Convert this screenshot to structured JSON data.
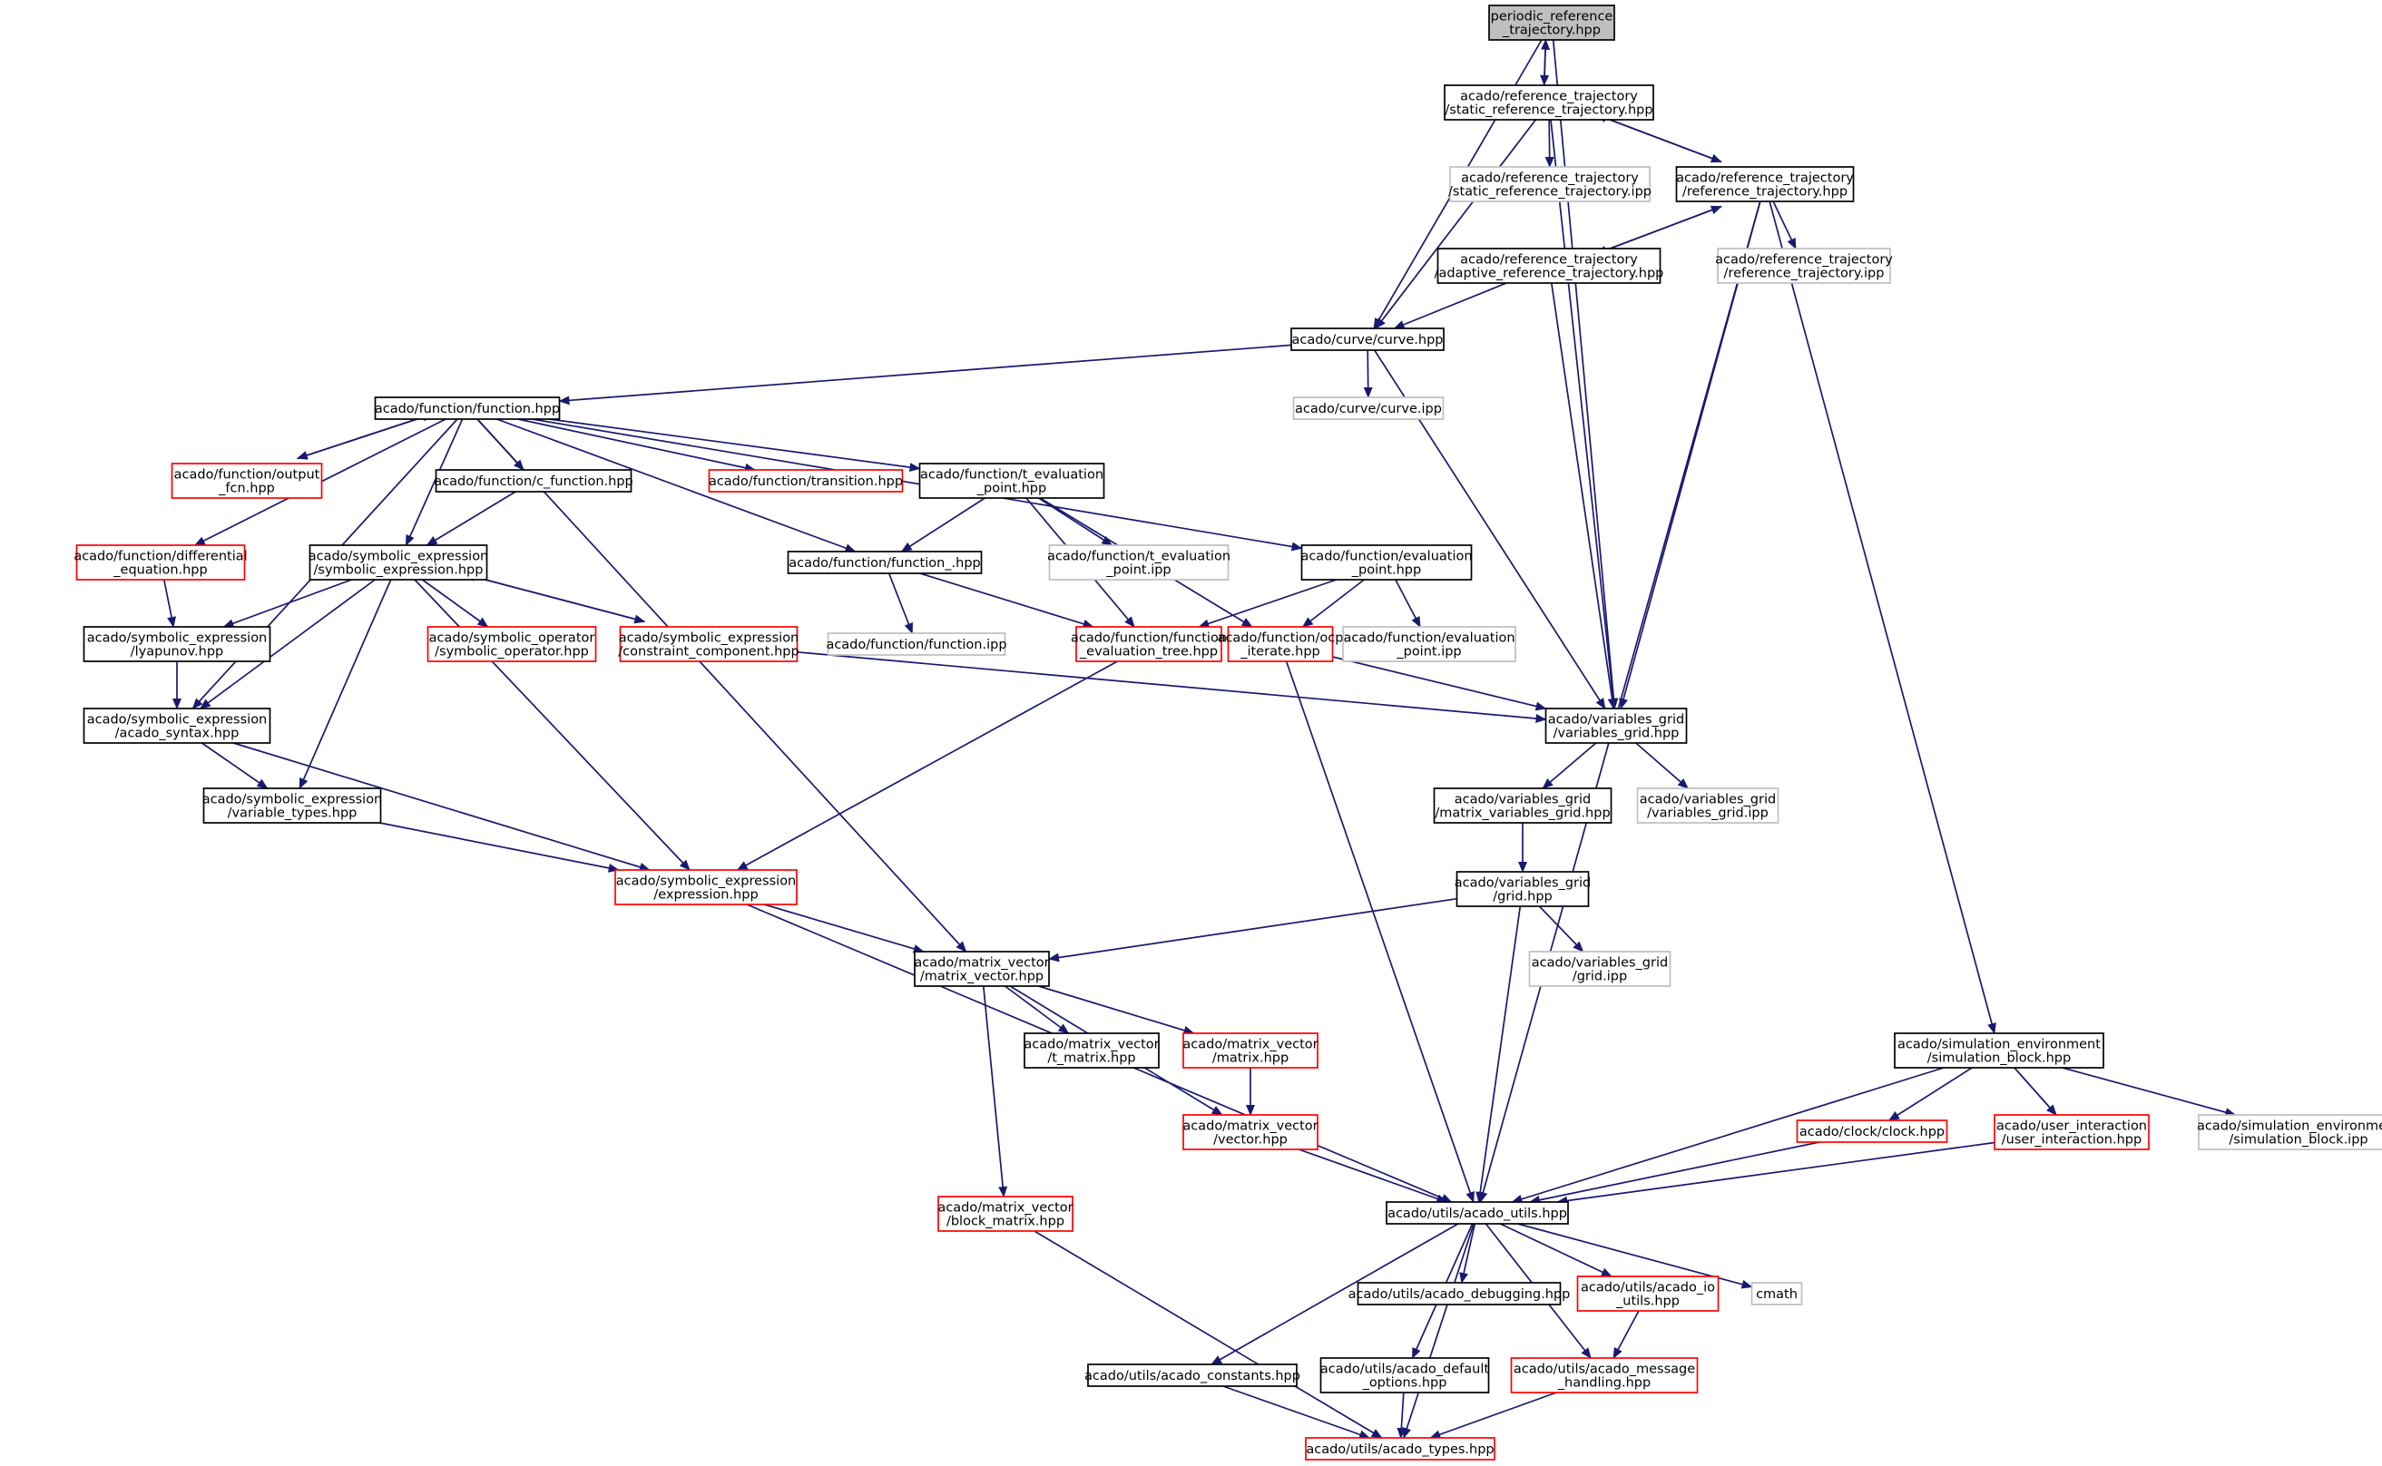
{
  "colors": {
    "edge": "#191970",
    "normal_border": "#000000",
    "missing_border": "#ff0000",
    "external_border": "#bfbfbf",
    "root_fill": "#bfbfbf",
    "fill": "#ffffff"
  },
  "nodes": [
    {
      "id": "periodic",
      "kind": "root",
      "lines": [
        "periodic_reference",
        "_trajectory.hpp"
      ]
    },
    {
      "id": "static_ref",
      "kind": "normal",
      "lines": [
        "acado/reference_trajectory",
        "/static_reference_trajectory.hpp"
      ]
    },
    {
      "id": "static_ipp",
      "kind": "external",
      "lines": [
        "acado/reference_trajectory",
        "/static_reference_trajectory.ipp"
      ]
    },
    {
      "id": "ref_traj",
      "kind": "normal",
      "lines": [
        "acado/reference_trajectory",
        "/reference_trajectory.hpp"
      ]
    },
    {
      "id": "adaptive",
      "kind": "normal",
      "lines": [
        "acado/reference_trajectory",
        "/adaptive_reference_trajectory.hpp"
      ]
    },
    {
      "id": "ref_ipp",
      "kind": "external",
      "lines": [
        "acado/reference_trajectory",
        "/reference_trajectory.ipp"
      ]
    },
    {
      "id": "curve",
      "kind": "normal",
      "lines": [
        "acado/curve/curve.hpp"
      ]
    },
    {
      "id": "curve_ipp",
      "kind": "external",
      "lines": [
        "acado/curve/curve.ipp"
      ]
    },
    {
      "id": "function",
      "kind": "normal",
      "lines": [
        "acado/function/function.hpp"
      ]
    },
    {
      "id": "output_fcn",
      "kind": "missing",
      "lines": [
        "acado/function/output",
        "_fcn.hpp"
      ]
    },
    {
      "id": "c_function",
      "kind": "normal",
      "lines": [
        "acado/function/c_function.hpp"
      ]
    },
    {
      "id": "transition",
      "kind": "missing",
      "lines": [
        "acado/function/transition.hpp"
      ]
    },
    {
      "id": "t_eval",
      "kind": "normal",
      "lines": [
        "acado/function/t_evaluation",
        "_point.hpp"
      ]
    },
    {
      "id": "diff_eq",
      "kind": "missing",
      "lines": [
        "acado/function/differential",
        "_equation.hpp"
      ]
    },
    {
      "id": "sym_expr",
      "kind": "normal",
      "lines": [
        "acado/symbolic_expression",
        "/symbolic_expression.hpp"
      ]
    },
    {
      "id": "function_",
      "kind": "normal",
      "lines": [
        "acado/function/function_.hpp"
      ]
    },
    {
      "id": "t_eval_ipp",
      "kind": "external",
      "lines": [
        "acado/function/t_evaluation",
        "_point.ipp"
      ]
    },
    {
      "id": "eval_point",
      "kind": "normal",
      "lines": [
        "acado/function/evaluation",
        "_point.hpp"
      ]
    },
    {
      "id": "lyapunov",
      "kind": "normal",
      "lines": [
        "acado/symbolic_expression",
        "/lyapunov.hpp"
      ]
    },
    {
      "id": "sym_op",
      "kind": "missing",
      "lines": [
        "acado/symbolic_operator",
        "/symbolic_operator.hpp"
      ]
    },
    {
      "id": "constraint",
      "kind": "missing",
      "lines": [
        "acado/symbolic_expression",
        "/constraint_component.hpp"
      ]
    },
    {
      "id": "function_ipp",
      "kind": "external",
      "lines": [
        "acado/function/function.ipp"
      ]
    },
    {
      "id": "eval_tree",
      "kind": "missing",
      "lines": [
        "acado/function/function",
        "_evaluation_tree.hpp"
      ]
    },
    {
      "id": "ocp_iterate",
      "kind": "missing",
      "lines": [
        "acado/function/ocp",
        "_iterate.hpp"
      ]
    },
    {
      "id": "eval_ipp",
      "kind": "external",
      "lines": [
        "acado/function/evaluation",
        "_point.ipp"
      ]
    },
    {
      "id": "acado_syntax",
      "kind": "normal",
      "lines": [
        "acado/symbolic_expression",
        "/acado_syntax.hpp"
      ]
    },
    {
      "id": "var_grid",
      "kind": "normal",
      "lines": [
        "acado/variables_grid",
        "/variables_grid.hpp"
      ]
    },
    {
      "id": "var_types",
      "kind": "normal",
      "lines": [
        "acado/symbolic_expression",
        "/variable_types.hpp"
      ]
    },
    {
      "id": "mat_var_grid",
      "kind": "normal",
      "lines": [
        "acado/variables_grid",
        "/matrix_variables_grid.hpp"
      ]
    },
    {
      "id": "var_grid_ipp",
      "kind": "external",
      "lines": [
        "acado/variables_grid",
        "/variables_grid.ipp"
      ]
    },
    {
      "id": "grid",
      "kind": "normal",
      "lines": [
        "acado/variables_grid",
        "/grid.hpp"
      ]
    },
    {
      "id": "expression",
      "kind": "missing",
      "lines": [
        "acado/symbolic_expression",
        "/expression.hpp"
      ]
    },
    {
      "id": "matrix_vector",
      "kind": "normal",
      "lines": [
        "acado/matrix_vector",
        "/matrix_vector.hpp"
      ]
    },
    {
      "id": "grid_ipp",
      "kind": "external",
      "lines": [
        "acado/variables_grid",
        "/grid.ipp"
      ]
    },
    {
      "id": "t_matrix",
      "kind": "normal",
      "lines": [
        "acado/matrix_vector",
        "/t_matrix.hpp"
      ]
    },
    {
      "id": "matrix",
      "kind": "missing",
      "lines": [
        "acado/matrix_vector",
        "/matrix.hpp"
      ]
    },
    {
      "id": "sim_block",
      "kind": "normal",
      "lines": [
        "acado/simulation_environment",
        "/simulation_block.hpp"
      ]
    },
    {
      "id": "vector",
      "kind": "missing",
      "lines": [
        "acado/matrix_vector",
        "/vector.hpp"
      ]
    },
    {
      "id": "clock",
      "kind": "missing",
      "lines": [
        "acado/clock/clock.hpp"
      ]
    },
    {
      "id": "user_inter",
      "kind": "missing",
      "lines": [
        "acado/user_interaction",
        "/user_interaction.hpp"
      ]
    },
    {
      "id": "sim_block_ipp",
      "kind": "external",
      "lines": [
        "acado/simulation_environment",
        "/simulation_block.ipp"
      ]
    },
    {
      "id": "acado_utils",
      "kind": "normal",
      "lines": [
        "acado/utils/acado_utils.hpp"
      ]
    },
    {
      "id": "block_matrix",
      "kind": "missing",
      "lines": [
        "acado/matrix_vector",
        "/block_matrix.hpp"
      ]
    },
    {
      "id": "debugging",
      "kind": "normal",
      "lines": [
        "acado/utils/acado_debugging.hpp"
      ]
    },
    {
      "id": "io_utils",
      "kind": "missing",
      "lines": [
        "acado/utils/acado_io",
        "_utils.hpp"
      ]
    },
    {
      "id": "cmath",
      "kind": "external",
      "lines": [
        "cmath"
      ]
    },
    {
      "id": "constants",
      "kind": "normal",
      "lines": [
        "acado/utils/acado_constants.hpp"
      ]
    },
    {
      "id": "default_opts",
      "kind": "normal",
      "lines": [
        "acado/utils/acado_default",
        "_options.hpp"
      ]
    },
    {
      "id": "msg_handling",
      "kind": "missing",
      "lines": [
        "acado/utils/acado_message",
        "_handling.hpp"
      ]
    },
    {
      "id": "types",
      "kind": "missing",
      "lines": [
        "acado/utils/acado_types.hpp"
      ]
    }
  ],
  "edges": [
    [
      "periodic",
      "static_ref"
    ],
    [
      "periodic",
      "curve"
    ],
    [
      "periodic",
      "var_grid"
    ],
    [
      "static_ref",
      "periodic"
    ],
    [
      "static_ref",
      "static_ipp"
    ],
    [
      "static_ref",
      "ref_traj"
    ],
    [
      "static_ref",
      "curve"
    ],
    [
      "static_ref",
      "var_grid"
    ],
    [
      "ref_traj",
      "static_ref"
    ],
    [
      "ref_traj",
      "adaptive"
    ],
    [
      "ref_traj",
      "ref_ipp"
    ],
    [
      "ref_traj",
      "var_grid"
    ],
    [
      "ref_traj",
      "sim_block"
    ],
    [
      "ref_traj",
      "acado_utils"
    ],
    [
      "adaptive",
      "ref_traj"
    ],
    [
      "adaptive",
      "curve"
    ],
    [
      "adaptive",
      "var_grid"
    ],
    [
      "curve",
      "function"
    ],
    [
      "curve",
      "curve_ipp"
    ],
    [
      "curve",
      "var_grid"
    ],
    [
      "function",
      "output_fcn"
    ],
    [
      "function",
      "c_function"
    ],
    [
      "function",
      "transition"
    ],
    [
      "function",
      "t_eval"
    ],
    [
      "function",
      "diff_eq"
    ],
    [
      "function",
      "sym_expr"
    ],
    [
      "function",
      "function_"
    ],
    [
      "function",
      "eval_point"
    ],
    [
      "function",
      "acado_syntax"
    ],
    [
      "function",
      "matrix_vector"
    ],
    [
      "output_fcn",
      "function"
    ],
    [
      "c_function",
      "sym_expr"
    ],
    [
      "t_eval",
      "function_"
    ],
    [
      "t_eval",
      "t_eval_ipp"
    ],
    [
      "t_eval",
      "eval_tree"
    ],
    [
      "t_eval",
      "ocp_iterate"
    ],
    [
      "diff_eq",
      "lyapunov"
    ],
    [
      "sym_expr",
      "lyapunov"
    ],
    [
      "sym_expr",
      "sym_op"
    ],
    [
      "sym_expr",
      "constraint"
    ],
    [
      "sym_expr",
      "acado_syntax"
    ],
    [
      "sym_expr",
      "var_types"
    ],
    [
      "sym_expr",
      "expression"
    ],
    [
      "function_",
      "function_ipp"
    ],
    [
      "function_",
      "eval_tree"
    ],
    [
      "eval_point",
      "eval_tree"
    ],
    [
      "eval_point",
      "ocp_iterate"
    ],
    [
      "eval_point",
      "eval_ipp"
    ],
    [
      "lyapunov",
      "acado_syntax"
    ],
    [
      "constraint",
      "sym_expr"
    ],
    [
      "constraint",
      "var_grid"
    ],
    [
      "eval_tree",
      "expression"
    ],
    [
      "ocp_iterate",
      "var_grid"
    ],
    [
      "ocp_iterate",
      "acado_utils"
    ],
    [
      "acado_syntax",
      "var_types"
    ],
    [
      "acado_syntax",
      "expression"
    ],
    [
      "var_grid",
      "mat_var_grid"
    ],
    [
      "var_grid",
      "var_grid_ipp"
    ],
    [
      "mat_var_grid",
      "grid"
    ],
    [
      "grid",
      "matrix_vector"
    ],
    [
      "grid",
      "grid_ipp"
    ],
    [
      "grid",
      "acado_utils"
    ],
    [
      "var_types",
      "expression"
    ],
    [
      "expression",
      "matrix_vector"
    ],
    [
      "expression",
      "acado_utils"
    ],
    [
      "matrix_vector",
      "t_matrix"
    ],
    [
      "matrix_vector",
      "matrix"
    ],
    [
      "matrix_vector",
      "vector"
    ],
    [
      "matrix_vector",
      "block_matrix"
    ],
    [
      "matrix",
      "vector"
    ],
    [
      "vector",
      "acado_utils"
    ],
    [
      "sim_block",
      "clock"
    ],
    [
      "sim_block",
      "user_inter"
    ],
    [
      "sim_block",
      "sim_block_ipp"
    ],
    [
      "sim_block",
      "acado_utils"
    ],
    [
      "clock",
      "acado_utils"
    ],
    [
      "user_inter",
      "acado_utils"
    ],
    [
      "block_matrix",
      "types"
    ],
    [
      "acado_utils",
      "debugging"
    ],
    [
      "acado_utils",
      "io_utils"
    ],
    [
      "acado_utils",
      "cmath"
    ],
    [
      "acado_utils",
      "constants"
    ],
    [
      "acado_utils",
      "default_opts"
    ],
    [
      "acado_utils",
      "msg_handling"
    ],
    [
      "acado_utils",
      "types"
    ],
    [
      "io_utils",
      "msg_handling"
    ],
    [
      "constants",
      "types"
    ],
    [
      "default_opts",
      "types"
    ],
    [
      "msg_handling",
      "types"
    ]
  ]
}
